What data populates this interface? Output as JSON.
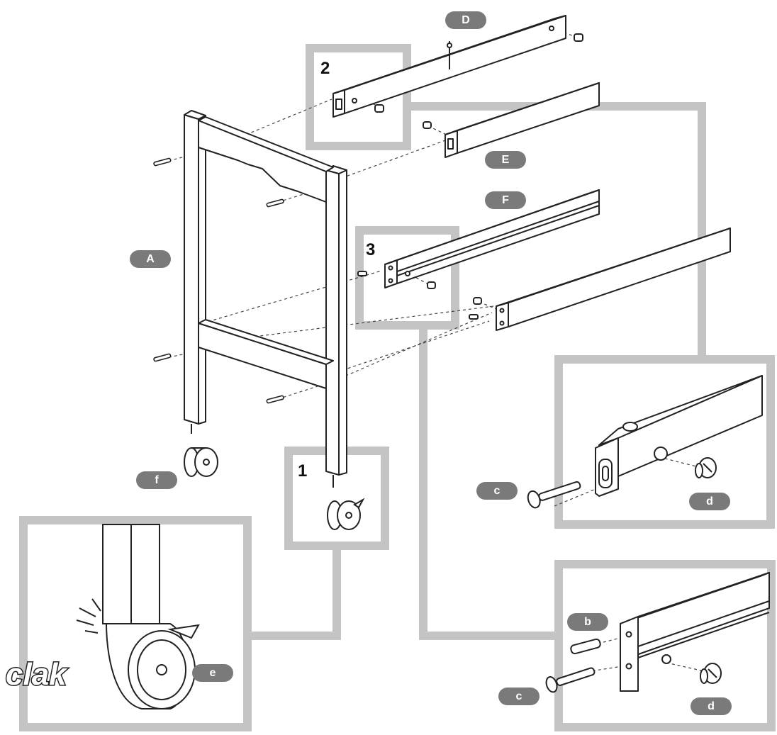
{
  "colors": {
    "callout_frame": "#c4c4c4",
    "label_pill": "#7a7a7a",
    "line_art": "#222222",
    "part_fill": "#ffffff"
  },
  "steps": {
    "one": "1",
    "two": "2",
    "three": "3"
  },
  "parts": {
    "A": "A",
    "D": "D",
    "E": "E",
    "F": "F",
    "f": "f",
    "c1": "c",
    "d1": "d",
    "b": "b",
    "c2": "c",
    "d2": "d",
    "e": "e"
  },
  "sound_effect": "clak"
}
